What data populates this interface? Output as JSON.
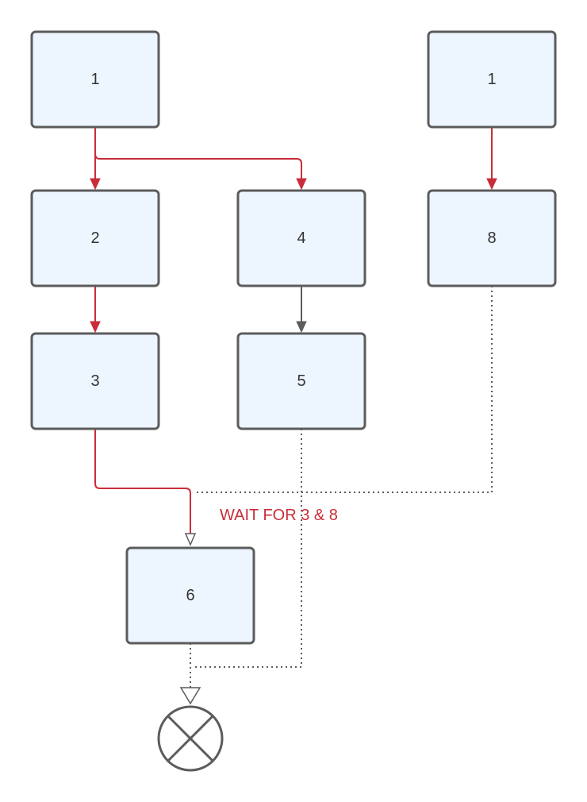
{
  "nodes": {
    "top_left": {
      "label": "1"
    },
    "top_right": {
      "label": "1"
    },
    "n2": {
      "label": "2"
    },
    "n3": {
      "label": "3"
    },
    "n4": {
      "label": "4"
    },
    "n5": {
      "label": "5"
    },
    "n6": {
      "label": "6"
    },
    "n8": {
      "label": "8"
    }
  },
  "annotations": {
    "wait_label": "WAIT FOR 3 & 8"
  },
  "colors": {
    "node_fill": "#edf5ff",
    "node_stroke": "#5c5c5c",
    "red_edge": "#c92d39",
    "gray_edge": "#5c5c5c"
  },
  "icons": {
    "end_node": "x-circle-icon"
  }
}
